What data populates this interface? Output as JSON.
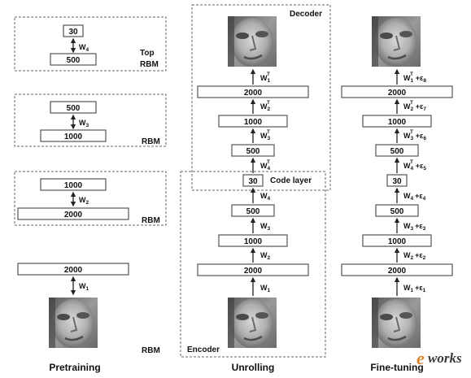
{
  "panels": {
    "pretraining": {
      "title": "Pretraining",
      "rbm_blocks": [
        {
          "top_unit": "30",
          "bottom_unit": "500",
          "weight": "W",
          "weight_sub": "4",
          "label_line1": "Top",
          "label_line2": "RBM"
        },
        {
          "top_unit": "500",
          "bottom_unit": "1000",
          "weight": "W",
          "weight_sub": "3",
          "label_line1": "",
          "label_line2": "RBM"
        },
        {
          "top_unit": "1000",
          "bottom_unit": "2000",
          "weight": "W",
          "weight_sub": "2",
          "label_line1": "",
          "label_line2": "RBM"
        },
        {
          "top_unit": "2000",
          "bottom_unit": "",
          "weight": "W",
          "weight_sub": "1",
          "label_line1": "",
          "label_line2": "RBM"
        }
      ]
    },
    "unrolling": {
      "title": "Unrolling",
      "decoder_label": "Decoder",
      "encoder_label": "Encoder",
      "code_layer_label": "Code layer",
      "layers": [
        "2000",
        "1000",
        "500",
        "30",
        "500",
        "1000",
        "2000"
      ],
      "encoder_weights": [
        {
          "w": "W",
          "sub": "1"
        },
        {
          "w": "W",
          "sub": "2"
        },
        {
          "w": "W",
          "sub": "3"
        },
        {
          "w": "W",
          "sub": "4"
        }
      ],
      "decoder_weights": [
        {
          "w": "W",
          "sub": "4",
          "sup": "T"
        },
        {
          "w": "W",
          "sub": "3",
          "sup": "T"
        },
        {
          "w": "W",
          "sub": "2",
          "sup": "T"
        },
        {
          "w": "W",
          "sub": "1",
          "sup": "T"
        }
      ]
    },
    "finetuning": {
      "title": "Fine-tuning",
      "layers": [
        "2000",
        "1000",
        "500",
        "30",
        "500",
        "1000",
        "2000"
      ],
      "encoder_weights": [
        {
          "w": "W",
          "sub": "1",
          "eps": "+ε",
          "eps_sub": "1"
        },
        {
          "w": "W",
          "sub": "2",
          "eps": "+ε",
          "eps_sub": "2"
        },
        {
          "w": "W",
          "sub": "3",
          "eps": "+ε",
          "eps_sub": "3"
        },
        {
          "w": "W",
          "sub": "4",
          "eps": "+ε",
          "eps_sub": "4"
        }
      ],
      "decoder_weights": [
        {
          "w": "W",
          "sub": "4",
          "sup": "T",
          "eps": "+ε",
          "eps_sub": "5"
        },
        {
          "w": "W",
          "sub": "3",
          "sup": "T",
          "eps": "+ε",
          "eps_sub": "6"
        },
        {
          "w": "W",
          "sub": "2",
          "sup": "T",
          "eps": "+ε",
          "eps_sub": "7"
        },
        {
          "w": "W",
          "sub": "1",
          "sup": "T",
          "eps": "+ε",
          "eps_sub": "8"
        }
      ]
    }
  },
  "watermark": {
    "e": "e",
    "works": "works"
  },
  "colors": {
    "box_stroke": "#555555",
    "group_stroke": "#666666",
    "watermark_orange": "#d9822b"
  },
  "icons": [
    "face-image"
  ]
}
